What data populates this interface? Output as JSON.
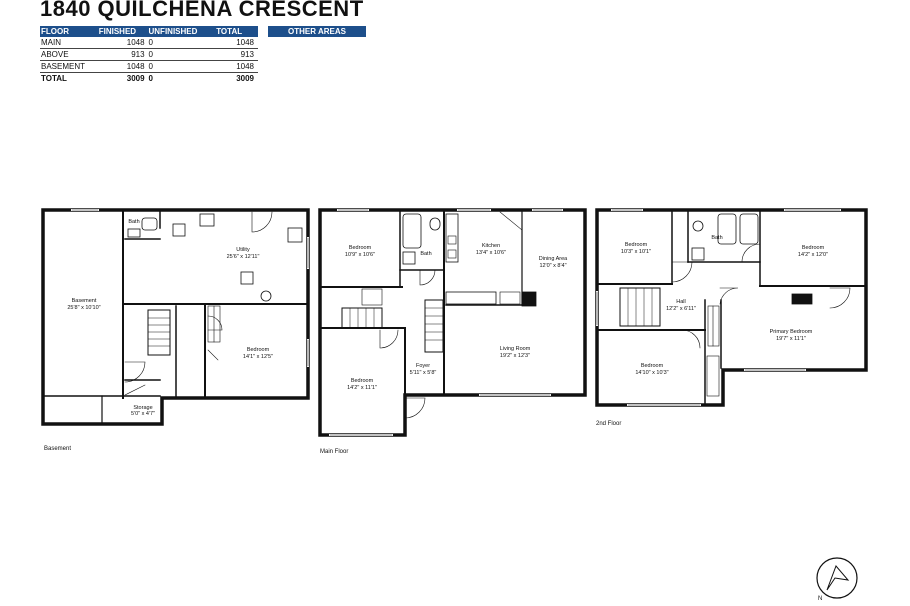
{
  "title": "1840 QUILCHENA CRESCENT",
  "table": {
    "headers": [
      "FLOOR",
      "FINISHED",
      "UNFINISHED",
      "TOTAL"
    ],
    "rows": [
      {
        "floor": "MAIN",
        "finished": "1048",
        "unfinished": "0",
        "total": "1048"
      },
      {
        "floor": "ABOVE",
        "finished": "913",
        "unfinished": "0",
        "total": "913"
      },
      {
        "floor": "BASEMENT",
        "finished": "1048",
        "unfinished": "0",
        "total": "1048"
      },
      {
        "floor": "TOTAL",
        "finished": "3009",
        "unfinished": "0",
        "total": "3009"
      }
    ]
  },
  "other_areas_label": "OTHER AREAS",
  "floors": {
    "basement": {
      "label": "Basement",
      "rooms": {
        "bath": "Bath",
        "utility": {
          "name": "Utility",
          "dims": "25'6\" x 12'11\""
        },
        "basement": {
          "name": "Basement",
          "dims": "25'8\" x 10'10\""
        },
        "bedroom": {
          "name": "Bedroom",
          "dims": "14'1\" x 12'5\""
        },
        "storage": {
          "name": "Storage",
          "dims": "5'0\" x 4'7\""
        }
      }
    },
    "main": {
      "label": "Main Floor",
      "rooms": {
        "bedroom1": {
          "name": "Bedroom",
          "dims": "10'9\" x 10'6\""
        },
        "bath": "Bath",
        "kitchen": {
          "name": "Kitchen",
          "dims": "13'4\" x 10'6\""
        },
        "dining": {
          "name": "Dining Area",
          "dims": "12'0\" x 8'4\""
        },
        "living": {
          "name": "Living Room",
          "dims": "19'2\" x 12'3\""
        },
        "foyer": {
          "name": "Foyer",
          "dims": "5'11\" x 5'8\""
        },
        "bedroom2": {
          "name": "Bedroom",
          "dims": "14'2\" x 11'1\""
        }
      }
    },
    "second": {
      "label": "2nd Floor",
      "rooms": {
        "bedroom1": {
          "name": "Bedroom",
          "dims": "10'3\" x 10'1\""
        },
        "bath": "Bath",
        "bedroom2": {
          "name": "Bedroom",
          "dims": "14'2\" x 12'0\""
        },
        "hall": {
          "name": "Hall",
          "dims": "12'2\" x 6'11\""
        },
        "primary": {
          "name": "Primary Bedroom",
          "dims": "19'7\" x 11'1\""
        },
        "bedroom3": {
          "name": "Bedroom",
          "dims": "14'10\" x 10'3\""
        }
      }
    }
  },
  "compass_label": "N"
}
